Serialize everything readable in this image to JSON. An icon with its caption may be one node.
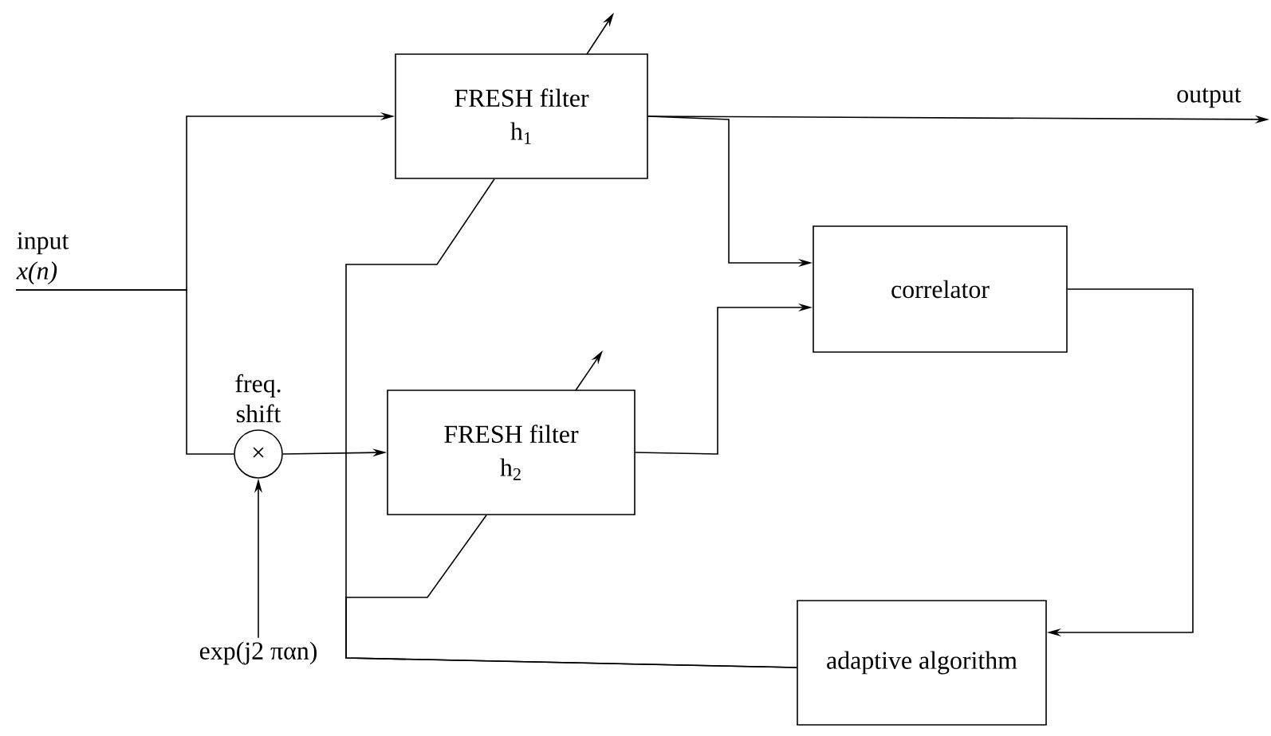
{
  "diagram": {
    "nodes": [
      {
        "text": [
          "input",
          "x(n)"
        ]
      },
      {
        "text": [
          "FRESH filter",
          "h$_{1}$"
        ]
      },
      {
        "text": [
          "×"
        ],
        "beside": [
          "freq. shift"
        ]
      },
      {
        "text": [
          "exp(j2 παn)"
        ]
      },
      {
        "text": [
          "FRESH filter",
          "h$_{2}$"
        ]
      },
      {
        "text": [
          "correlator"
        ]
      },
      {
        "text": [
          "adaptive algorithm"
        ]
      }
    ],
    "edges": [
      {
        "from": 0,
        "to": 1,
        "arrow": "to"
      },
      {
        "from": 0,
        "to": 2,
        "arrow": "none"
      },
      {
        "from": 3,
        "to": 2,
        "arrow": "to"
      },
      {
        "from": 2,
        "to": 4,
        "arrow": "to"
      },
      {
        "from": 1,
        "to": null,
        "arrow": "to",
        "label": "output"
      },
      {
        "from": 1,
        "to": 5,
        "arrow": "to"
      },
      {
        "from": 4,
        "to": 5,
        "arrow": "to"
      },
      {
        "from": 5,
        "to": 6,
        "arrow": "to"
      },
      {
        "from": 6,
        "to": 1,
        "arrow": "none"
      },
      {
        "from": 6,
        "to": 4,
        "arrow": "none"
      }
    ]
  }
}
